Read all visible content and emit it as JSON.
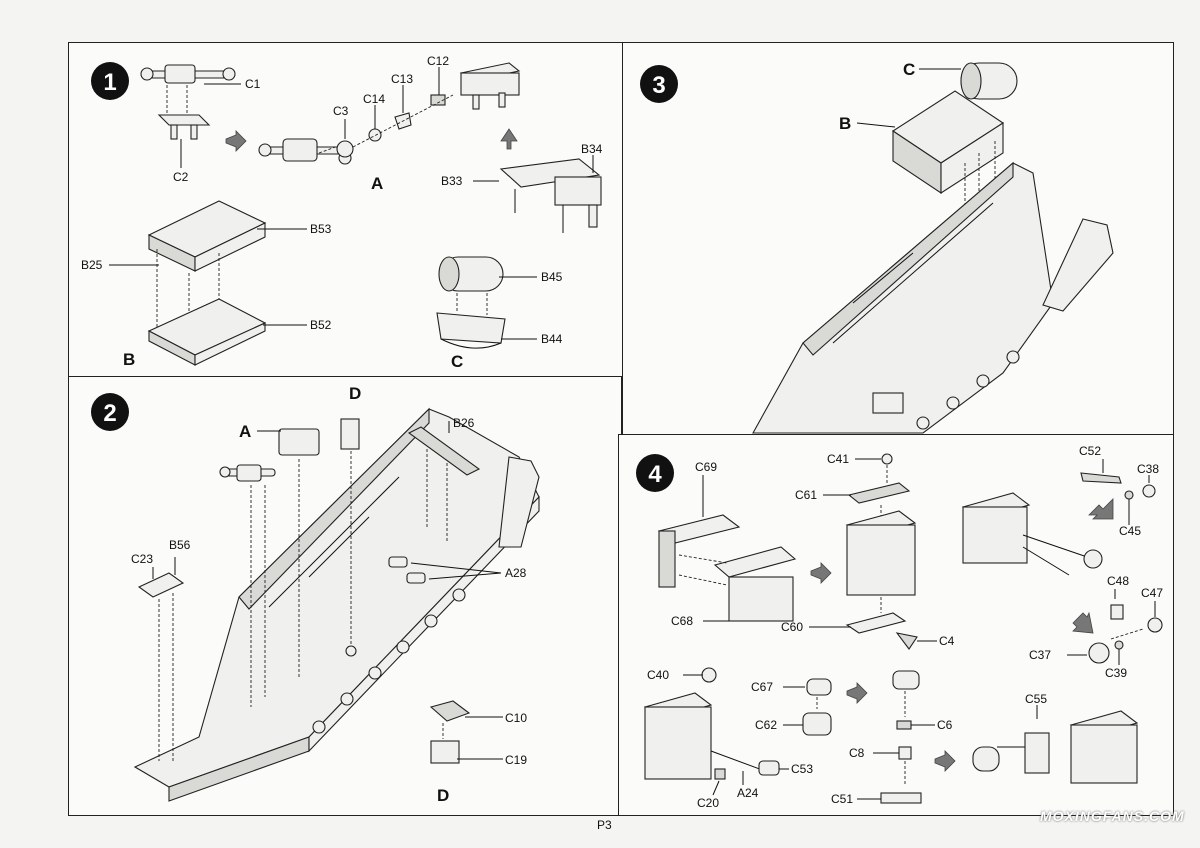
{
  "page_number": "P3",
  "watermark": "MOXINGFANS.COM",
  "steps": [
    {
      "number": "1",
      "labels": [
        "C1",
        "C2",
        "C3",
        "C14",
        "C13",
        "C12",
        "B33",
        "B34",
        "B53",
        "B25",
        "B52",
        "B45",
        "B44"
      ],
      "subassemblies": [
        "A",
        "B",
        "C"
      ]
    },
    {
      "number": "2",
      "labels": [
        "B26",
        "C23",
        "B56",
        "A28",
        "C10",
        "C19"
      ],
      "subassemblies": [
        "A",
        "D",
        "D"
      ]
    },
    {
      "number": "3",
      "labels": [],
      "subassemblies": [
        "C",
        "B"
      ]
    },
    {
      "number": "4",
      "labels": [
        "C69",
        "C68",
        "C41",
        "C61",
        "C60",
        "C4",
        "C52",
        "C38",
        "C45",
        "C48",
        "C47",
        "C37",
        "C39",
        "C40",
        "C67",
        "C62",
        "C53",
        "C20",
        "A24",
        "C6",
        "C8",
        "C51",
        "C55"
      ]
    }
  ]
}
